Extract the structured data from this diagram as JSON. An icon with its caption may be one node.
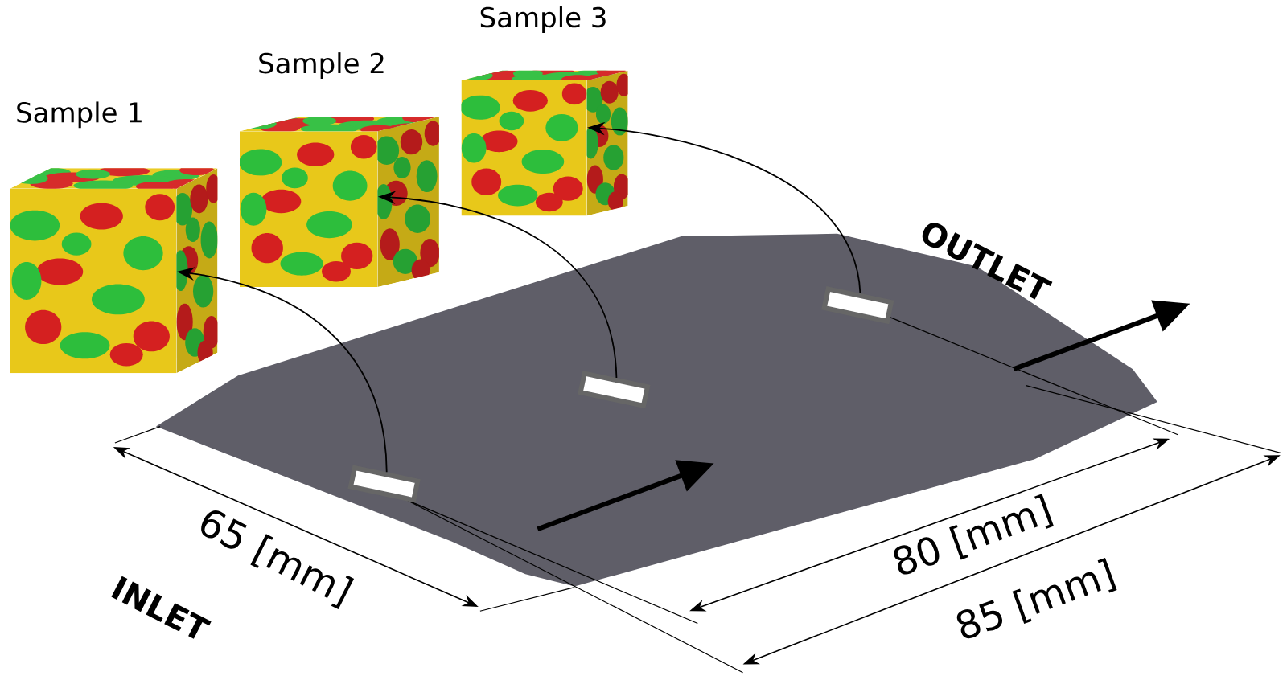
{
  "diagram": {
    "nodes": [
      {
        "text": [
          "Sample 1"
        ]
      },
      {
        "text": [
          "Sample 2"
        ]
      },
      {
        "text": [
          "Sample 3"
        ]
      },
      {
        "text": [],
        "shape": "box"
      },
      {
        "text": [],
        "shape": "box"
      },
      {
        "text": [],
        "shape": "box"
      }
    ],
    "edges": [
      {
        "from": 3,
        "to": 0,
        "arrow": "to"
      },
      {
        "from": 4,
        "to": 1,
        "arrow": "to"
      },
      {
        "from": 5,
        "to": 2,
        "arrow": "to"
      }
    ],
    "labels": [
      "OUTLET",
      "65 [mm]",
      "80 [mm]",
      "INLET",
      "85 [mm]"
    ]
  }
}
